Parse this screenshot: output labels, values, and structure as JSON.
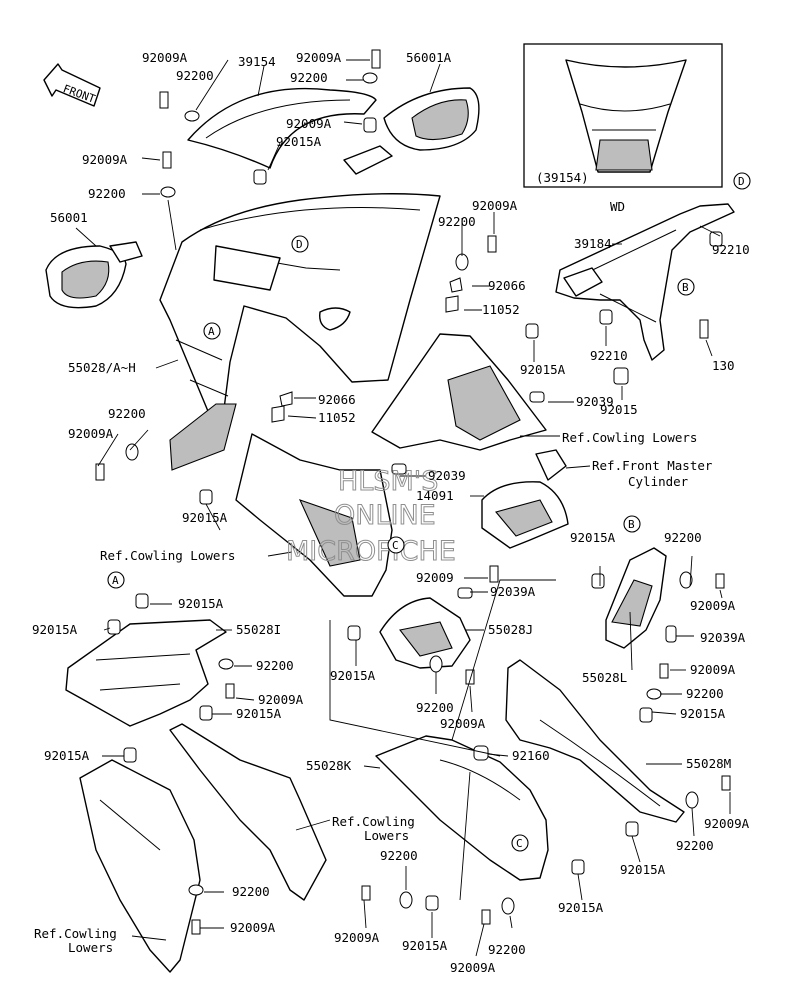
{
  "labels": {
    "l92009A_tl": "92009A",
    "l39154": "39154",
    "l92009A_tm": "92009A",
    "l56001A": "56001A",
    "l92200_tl": "92200",
    "l92200_tm": "92200",
    "l92009A_m1": "92009A",
    "l92015A_m1": "92015A",
    "l92009A_l2": "92009A",
    "l92200_l2": "92200",
    "l56001": "56001",
    "l55028AH": "55028/A~H",
    "l92200_l3": "92200",
    "l92009A_l3": "92009A",
    "l92200_m2": "92200",
    "l92009A_m2": "92009A",
    "l92066_r": "92066",
    "l11052_r": "11052",
    "l92015A_r": "92015A",
    "l92066_c": "92066",
    "l11052_c": "11052",
    "l92039_r": "92039",
    "l92039_c": "92039",
    "l14091": "14091",
    "l92015A_c": "92015A",
    "l92009_c": "92009",
    "l39184": "39184",
    "l92210_r": "92210",
    "l92210_c": "92210",
    "l130": "130",
    "l92015_r": "92015",
    "l92015A_bl1": "92015A",
    "l92015A_bl0": "92015A",
    "l55028I": "55028I",
    "l92200_bl": "92200",
    "l92009A_bl": "92009A",
    "l92015A_bl2": "92015A",
    "l92015A_bl3": "92015A",
    "l92200_bl2": "92200",
    "l92009A_bl2": "92009A",
    "l92039A_c": "92039A",
    "l55028J": "55028J",
    "l92015A_c2": "92015A",
    "l92200_c2": "92200",
    "l92009A_c2": "92009A",
    "l92015A_rr": "92015A",
    "l92200_rr": "92200",
    "l92009A_rr": "92009A",
    "l92039A_rr": "92039A",
    "l55028L": "55028L",
    "l92009A_rr2": "92009A",
    "l92200_rr2": "92200",
    "l92015A_rr2": "92015A",
    "l92160": "92160",
    "l55028K": "55028K",
    "l55028M": "55028M",
    "l92009A_rr3": "92009A",
    "l92200_rr3": "92200",
    "l92015A_rr3": "92015A",
    "l92015A_b1": "92015A",
    "l92200_b1": "92200",
    "l92009A_b1": "92009A",
    "l92015A_b2": "92015A",
    "l92200_b2": "92200",
    "l92009A_b2": "92009A",
    "l39154p": "(39154)",
    "lWD": "WD",
    "lFRONT": "FRONT"
  },
  "references": {
    "cowling_lowers_r": "Ref.Cowling Lowers",
    "front_master_1": "Ref.Front Master",
    "front_master_2": "Cylinder",
    "cowling_lowers_c": "Ref.Cowling Lowers",
    "cowling_lowers_b1": "Ref.Cowling",
    "cowling_lowers_b2": "Lowers",
    "cowling_lowers_bl1": "Ref.Cowling",
    "cowling_lowers_bl2": "Lowers"
  },
  "callouts": {
    "A_top": "A",
    "A_bot": "A",
    "B_top": "B",
    "B_right": "B",
    "C_mid": "C",
    "C_bot": "C",
    "D_top": "D",
    "D_mid": "D"
  },
  "watermark": {
    "line1": "HLSM'S",
    "line2": "ONLINE",
    "line3": "MICROFICHE"
  }
}
